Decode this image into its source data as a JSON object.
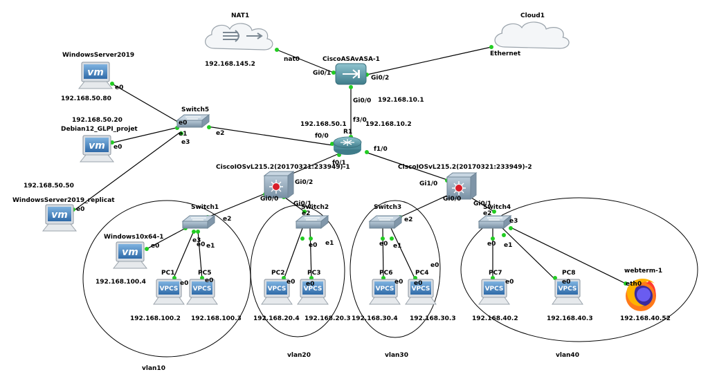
{
  "nodes": {
    "nat1": {
      "label": "NAT1",
      "ip": "192.168.145.2"
    },
    "cloud1": {
      "label": "Cloud1"
    },
    "asa": {
      "label": "CiscoASAvASA-1",
      "ip": "192.168.10.1"
    },
    "r1": {
      "label": "R1",
      "ip_left": "192.168.50.1",
      "ip_right": "192.168.10.2"
    },
    "switch5": {
      "label": "Switch5"
    },
    "ws2019": {
      "label": "WindowsServer2019",
      "ip": "192.168.50.80"
    },
    "debian": {
      "label": "Debian12_GLPI_projet",
      "ip": "192.168.50.20"
    },
    "ws2019r": {
      "label": "WindowsServer2019_replicat",
      "ip": "192.168.50.50"
    },
    "l3sw1": {
      "label": "CiscoIOSvL215.2(20170321:233949)-1"
    },
    "l3sw2": {
      "label": "CiscoIOSvL215.2(20170321:233949)-2"
    },
    "switch1": {
      "label": "Switch1"
    },
    "switch2": {
      "label": "Switch2"
    },
    "switch3": {
      "label": "Switch3"
    },
    "switch4": {
      "label": "Switch4"
    },
    "win10": {
      "label": "Windows10x64-1",
      "ip": "192.168.100.4"
    },
    "pc1": {
      "label": "PC1",
      "ip": "192.168.100.2"
    },
    "pc5": {
      "label": "PC5",
      "ip": "192.168.100.3"
    },
    "pc2": {
      "label": "PC2",
      "ip": "192.168.20.4"
    },
    "pc3": {
      "label": "PC3",
      "ip": "192.168.20.3"
    },
    "pc6": {
      "label": "PC6",
      "ip": "192.168.30.4"
    },
    "pc4": {
      "label": "PC4",
      "ip": "192.168.30.3"
    },
    "pc7": {
      "label": "PC7",
      "ip": "192.168.40.2"
    },
    "pc8": {
      "label": "PC8",
      "ip": "192.168.40.3"
    },
    "webterm": {
      "label": "webterm-1",
      "ip": "192.168.40.52"
    }
  },
  "vlans": {
    "vlan10": "vlan10",
    "vlan20": "vlan20",
    "vlan30": "vlan30",
    "vlan40": "vlan40"
  },
  "ports": {
    "nat0": "nat0",
    "ethernet": "Ethernet",
    "asa_gi01": "Gi0/1",
    "asa_gi02": "Gi0/2",
    "asa_gi00": "Gi0/0",
    "r1_f30": "f3/0",
    "r1_f00": "f0/0",
    "r1_f01": "f0/1",
    "r1_f10": "f1/0",
    "ws_e0": "e0",
    "sw5_e0": "e0",
    "sw5_e1": "e1",
    "sw5_e2": "e2",
    "sw5_e3": "e3",
    "deb_e0": "e0",
    "wsr_e0": "e0",
    "l31_gi02": "Gi0/2",
    "l31_gi00": "Gi0/0",
    "l31_gi01": "Gi0/1",
    "l32_gi10": "Gi1/0",
    "l32_gi00": "Gi0/0",
    "l32_gi01": "Gi0/1",
    "sw1_e2": "e2",
    "sw1_e3": "e3",
    "sw1_e0": "e0",
    "sw1_e1": "e1",
    "win10_e0": "e0",
    "pc1_e0": "e0",
    "pc5_e0": "e0",
    "sw2_e2": "e2",
    "sw2_e0": "e0",
    "sw2_e1": "e1",
    "pc2_e0": "e0",
    "pc3_e0": "e0",
    "sw3_e2": "e2",
    "sw3_e0": "e0",
    "sw3_e1": "e1",
    "pc6_e0": "e0",
    "pc4_e0": "e0",
    "pc4_e0b": "e0",
    "sw4_e2": "e2",
    "sw4_e0": "e0",
    "sw4_e1": "e1",
    "sw4_e3": "e3",
    "pc7_e0": "e0",
    "pc8_e0": "e0",
    "web_eth0": "eth0"
  },
  "icons": {
    "vm_badge": "vm",
    "vpcs_badge": "VPCS"
  },
  "colors": {
    "link_dot": "#22cc22",
    "device_teal": "#4d8b99",
    "switch_gray": "#8ea3b5",
    "l3_red": "#d81f2a",
    "vm_blue": "#3e7fbf"
  }
}
